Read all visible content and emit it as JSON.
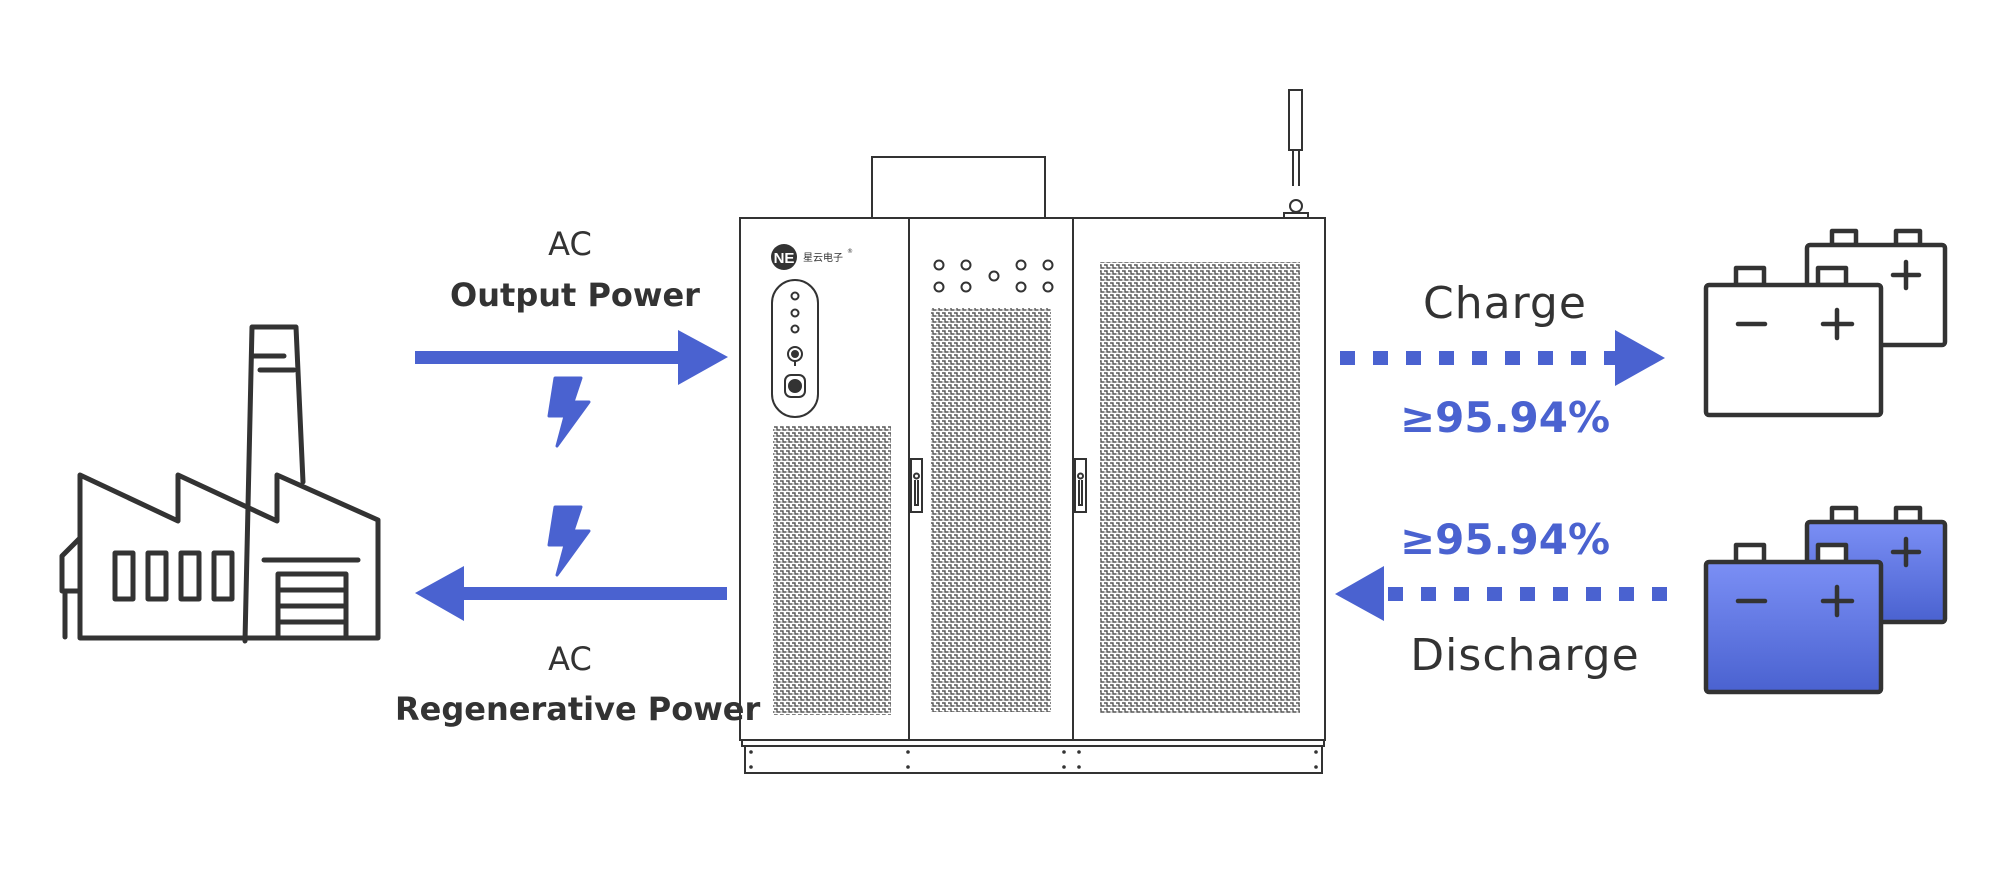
{
  "diagram": {
    "title": "Bidirectional AC/DC power flow between factory grid, battery test cabinet and batteries",
    "accent_color": "#4a62d0",
    "line_color": "#333333"
  },
  "left_side": {
    "factory_icon": "factory-icon",
    "upper_flow": {
      "prefix": "AC",
      "label": "Output Power",
      "direction": "right",
      "icon": "lightning-bolt-icon"
    },
    "lower_flow": {
      "prefix": "AC",
      "label": "Regenerative Power",
      "direction": "left",
      "icon": "lightning-bolt-icon"
    }
  },
  "cabinet": {
    "brand_logo": "NE",
    "brand_name": "星云电子",
    "registered_mark": "®"
  },
  "right_side": {
    "charge": {
      "label": "Charge",
      "efficiency": "≥95.94%",
      "direction": "right",
      "battery_style": "outline"
    },
    "discharge": {
      "label": "Discharge",
      "efficiency": "≥95.94%",
      "direction": "left",
      "battery_style": "filled"
    }
  }
}
